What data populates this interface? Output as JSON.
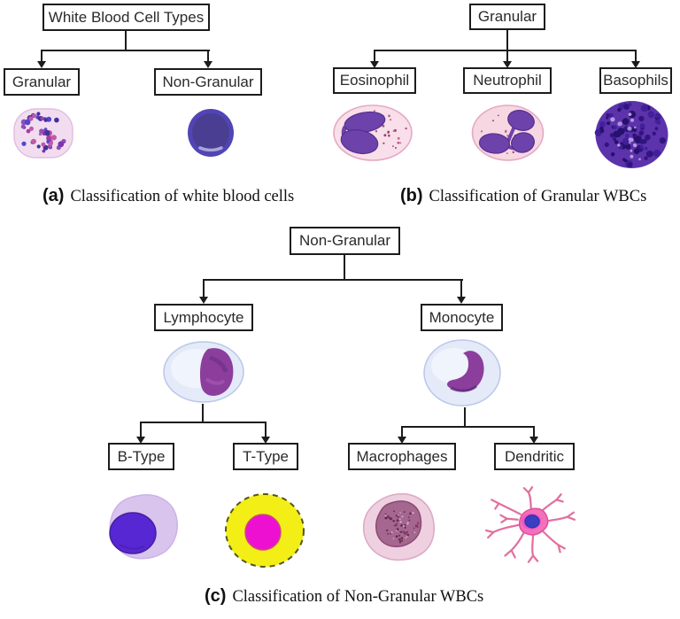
{
  "figure": {
    "background": "#ffffff",
    "line_color": "#1c1c1c",
    "panel_a": {
      "root": "White Blood Cell Types",
      "children": [
        "Granular",
        "Non-Granular"
      ],
      "caption_tag": "(a)",
      "caption": "Classification of white blood cells",
      "cell_images": [
        "granular-cell",
        "non-granular-cell"
      ]
    },
    "panel_b": {
      "root": "Granular",
      "children": [
        "Eosinophil",
        "Neutrophil",
        "Basophils"
      ],
      "caption_tag": "(b)",
      "caption": "Classification of Granular WBCs",
      "cell_images": [
        "eosinophil-cell",
        "neutrophil-cell",
        "basophil-cell"
      ]
    },
    "panel_c": {
      "root": "Non-Granular",
      "level1": [
        "Lymphocyte",
        "Monocyte"
      ],
      "level2": [
        "B-Type",
        "T-Type",
        "Macrophages",
        "Dendritic"
      ],
      "caption_tag": "(c)",
      "caption": "Classification of Non-Granular WBCs",
      "cell_images": [
        "lymphocyte-cell",
        "monocyte-cell",
        "b-type-cell",
        "t-type-cell",
        "macrophage-cell",
        "dendritic-cell"
      ]
    },
    "cell_colors": {
      "granular_body": "#f2ddf0",
      "non_granular_body": "#5145b5",
      "eosinophil_body": "#f8dfe9",
      "neutrophil_body": "#f7d7e2",
      "granulocyte_nucleus": "#6e42ab",
      "basophil_body": "#5c33ab",
      "lymphocyte_body": "#e4eaf8",
      "lymphocyte_nucleus": "#8c3e9d",
      "b_type_body": "#d9c4ee",
      "b_type_nucleus": "#5627d2",
      "t_type_body": "#f3ee16",
      "t_type_nucleus": "#ee10d0",
      "macrophage_body": "#efd0e0",
      "macrophage_nucleus": "#a5678f",
      "dendritic_body": "#f470b8",
      "dendritic_nucleus": "#3a3ec2"
    }
  }
}
